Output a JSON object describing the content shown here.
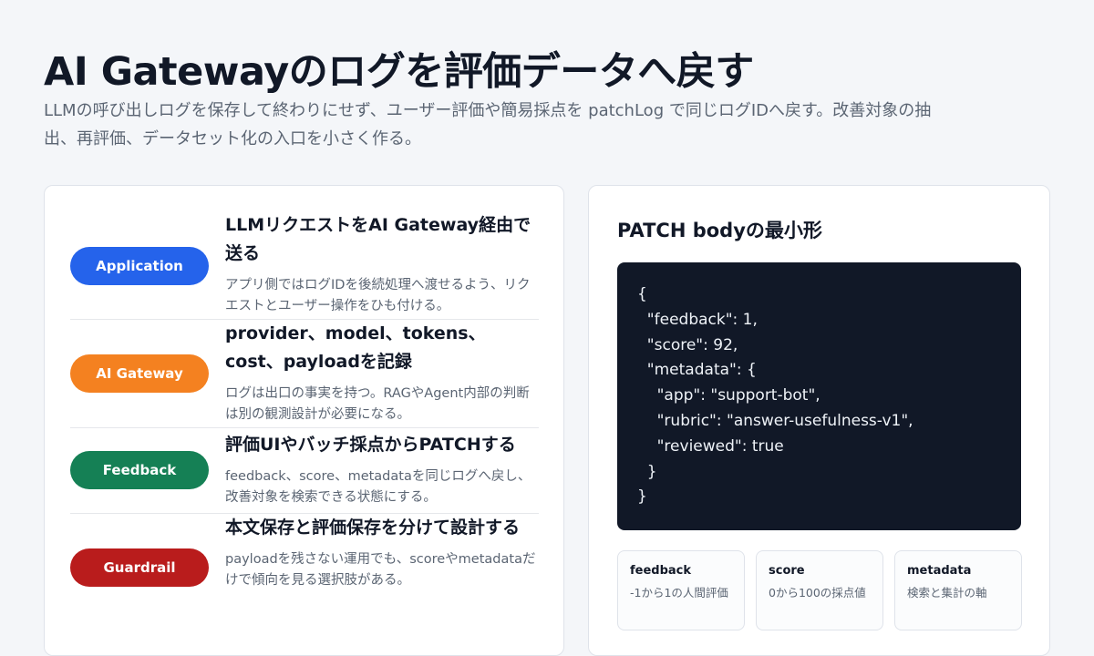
{
  "header": {
    "title": "AI Gatewayのログを評価データへ戻す",
    "subtitle": "LLMの呼び出しログを保存して終わりにせず、ユーザー評価や簡易採点を patchLog で同じログIDへ戻す。改善対象の抽出、再評価、データセット化の入口を小さく作る。"
  },
  "flow": [
    {
      "label": "Application",
      "color": "#2563eb",
      "heading": "LLMリクエストをAI Gateway経由で送る",
      "desc": "アプリ側ではログIDを後続処理へ渡せるよう、リクエストとユーザー操作をひも付ける。"
    },
    {
      "label": "AI Gateway",
      "color": "#f48120",
      "heading": "provider、model、tokens、cost、payloadを記録",
      "desc": "ログは出口の事実を持つ。RAGやAgent内部の判断は別の観測設計が必要になる。"
    },
    {
      "label": "Feedback",
      "color": "#158055",
      "heading": "評価UIやバッチ採点からPATCHする",
      "desc": "feedback、score、metadataを同じログへ戻し、改善対象を検索できる状態にする。"
    },
    {
      "label": "Guardrail",
      "color": "#b91c1c",
      "heading": "本文保存と評価保存を分けて設計する",
      "desc": "payloadを残さない運用でも、scoreやmetadataだけで傾向を見る選択肢がある。"
    }
  ],
  "patch": {
    "title": "PATCH bodyの最小形",
    "code": "{\n  \"feedback\": 1,\n  \"score\": 92,\n  \"metadata\": {\n    \"app\": \"support-bot\",\n    \"rubric\": \"answer-usefulness-v1\",\n    \"reviewed\": true\n  }\n}",
    "fields": [
      {
        "name": "feedback",
        "desc": "-1から1の人間評価"
      },
      {
        "name": "score",
        "desc": "0から100の採点値"
      },
      {
        "name": "metadata",
        "desc": "検索と集計の軸"
      }
    ]
  }
}
